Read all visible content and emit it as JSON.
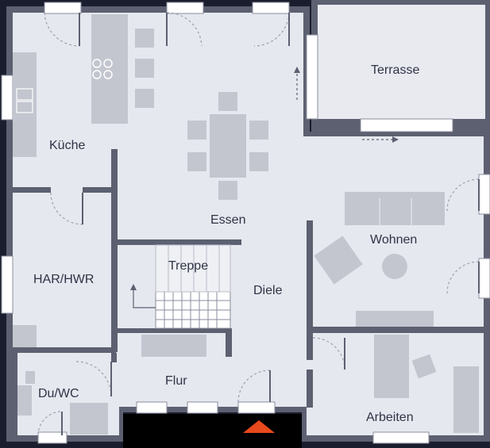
{
  "rooms": {
    "kueche": "Küche",
    "terrasse": "Terrasse",
    "essen": "Essen",
    "wohnen": "Wohnen",
    "treppe": "Treppe",
    "diele": "Diele",
    "har_hwr": "HAR/HWR",
    "flur": "Flur",
    "du_wc": "Du/WC",
    "arbeiten": "Arbeiten"
  },
  "colors": {
    "background": "#1a1d2e",
    "wall": "#5c6070",
    "floor": "#e6e8ef",
    "terrace": "#e8eaf0",
    "furniture": "#c3c6cf",
    "entrance_arrow": "#e8491d"
  },
  "icons": {
    "entrance": "triangle-up-icon",
    "flow_arrow": "dashed-arrow-icon"
  }
}
